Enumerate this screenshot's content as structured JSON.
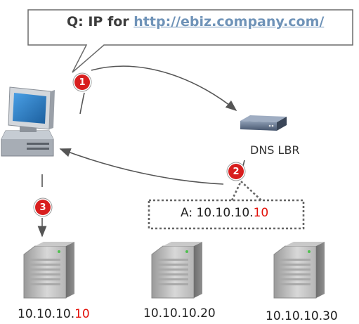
{
  "question": {
    "prefix": "Q: IP for ",
    "url": "http://ebiz.company.com/"
  },
  "dns_lbr": {
    "label": "DNS LBR"
  },
  "answer": {
    "prefix": "A: 10.10.10.",
    "highlight": "10"
  },
  "steps": [
    "1",
    "2",
    "3"
  ],
  "servers": [
    {
      "prefix": "10.10.10.",
      "highlight": "10"
    },
    {
      "prefix": "10.10.10.20",
      "highlight": ""
    },
    {
      "prefix": "10.10.10.30",
      "highlight": ""
    }
  ],
  "colors": {
    "step_marker": "#d81e1e",
    "highlight_text": "#e3120b",
    "link_text": "#6f93b8"
  }
}
